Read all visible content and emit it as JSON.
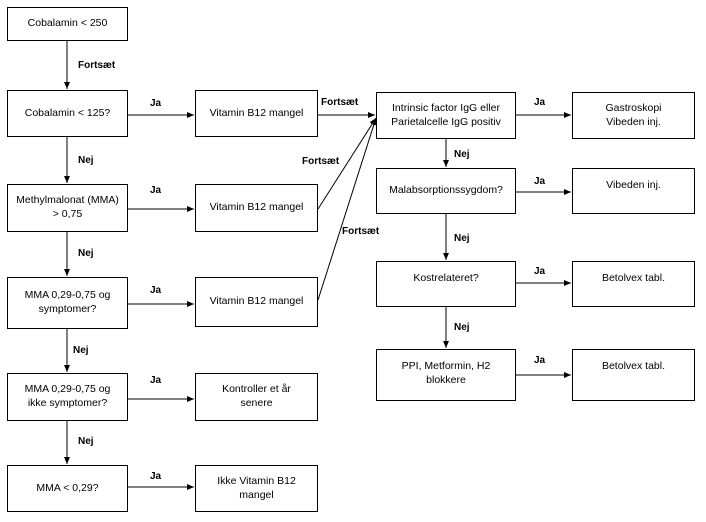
{
  "boxes": {
    "cobalamin_250": "Cobalamin < 250",
    "cobalamin_125": "Cobalamin < 125?",
    "mma_075": "Methylmalonat (MMA)\n> 0,75",
    "mma_sympt": "MMA 0,29-0,75 og\nsymptomer?",
    "mma_no_sympt": "MMA 0,29-0,75 og\nikke symptomer?",
    "mma_029": "MMA < 0,29?",
    "b12_1": "Vitamin B12 mangel",
    "b12_2": "Vitamin B12 mangel",
    "b12_3": "Vitamin B12 mangel",
    "kontroller": "Kontroller et år\nsenere",
    "ikke_b12": "Ikke Vitamin B12\nmangel",
    "intrinsic": "Intrinsic factor IgG eller\nParietalcelle IgG positiv",
    "malabsorption": "Malabsorptionssygdom?",
    "kostrelateret": "Kostrelateret?",
    "ppi": "PPI, Metformin, H2\nblokkere",
    "gastroskopi": "Gastroskopi\nVibeden inj.",
    "vibeden": "Vibeden inj.",
    "betolvex_1": "Betolvex tabl.",
    "betolvex_2": "Betolvex tabl."
  },
  "labels": {
    "fortsaet_1": "Fortsæt",
    "ja_1": "Ja",
    "nej_1": "Nej",
    "ja_2": "Ja",
    "nej_2": "Nej",
    "ja_3": "Ja",
    "nej_3": "Nej",
    "ja_4": "Ja",
    "nej_4": "Nej",
    "ja_5": "Ja",
    "fortsaet_2": "Fortsæt",
    "fortsaet_3": "Fortsæt",
    "fortsaet_4": "Fortsæt",
    "ja_r1": "Ja",
    "nej_r1": "Nej",
    "ja_r2": "Ja",
    "nej_r2": "Nej",
    "ja_r3": "Ja",
    "nej_r3": "Nej",
    "ja_r4": "Ja"
  }
}
